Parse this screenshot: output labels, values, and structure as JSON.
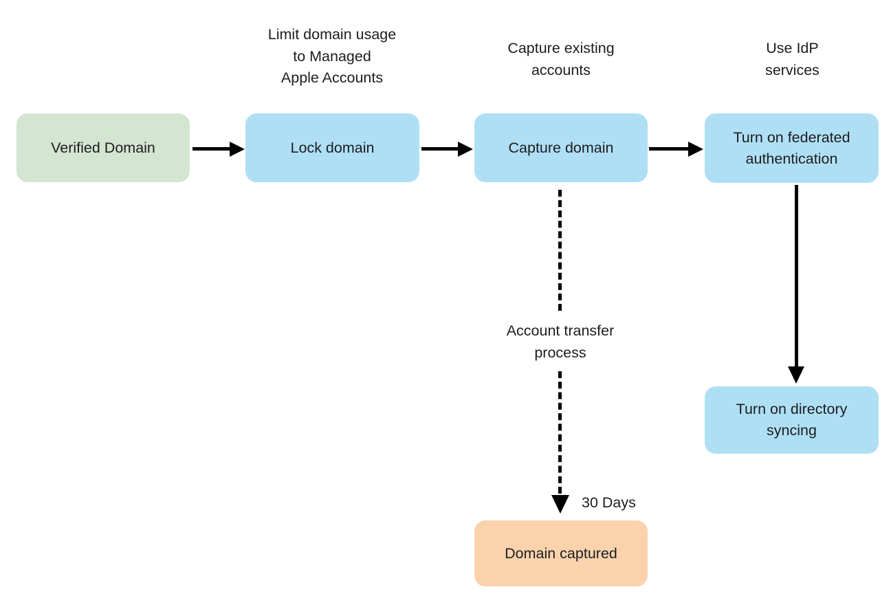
{
  "colors": {
    "background": "#ffffff",
    "text": "#1d1d1f",
    "arrow": "#000000",
    "node_green": "#d4e5d2",
    "node_blue": "#afdff5",
    "node_orange": "#fad3ad"
  },
  "nodes": [
    {
      "id": "verified-domain",
      "label": "Verified Domain",
      "color": "#d4e5d2"
    },
    {
      "id": "lock-domain",
      "label": "Lock domain",
      "color": "#afdff5"
    },
    {
      "id": "capture-domain",
      "label": "Capture domain",
      "color": "#afdff5"
    },
    {
      "id": "turn-on-federated-authentication",
      "label": "Turn on federated\nauthentication",
      "color": "#afdff5"
    },
    {
      "id": "turn-on-directory-syncing",
      "label": "Turn on directory\nsyncing",
      "color": "#afdff5"
    },
    {
      "id": "domain-captured",
      "label": "Domain captured",
      "color": "#fad3ad"
    }
  ],
  "annotations": [
    {
      "id": "limit-domain-usage",
      "text": "Limit domain usage\nto Managed\nApple Accounts"
    },
    {
      "id": "capture-existing-accounts",
      "text": "Capture existing\naccounts"
    },
    {
      "id": "use-idp-services",
      "text": "Use IdP\nservices"
    },
    {
      "id": "account-transfer-process",
      "text": "Account transfer\nprocess"
    },
    {
      "id": "thirty-days",
      "text": "30 Days"
    }
  ]
}
